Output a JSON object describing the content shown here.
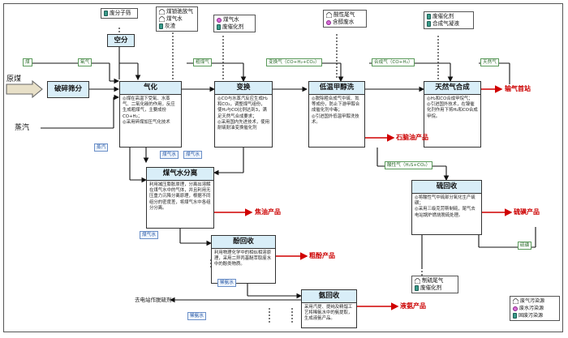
{
  "inputs": {
    "raw_coal": "原煤",
    "steam": "蒸汽",
    "coal": "煤",
    "oxygen": "氧气",
    "steam_tag": "蒸汽",
    "waste_water_to": "去电站作脱硫剂"
  },
  "nodes": {
    "crushing": {
      "title": "破碎筛分"
    },
    "air_separation": {
      "title": "空分"
    },
    "gasification": {
      "title": "气化",
      "desc": "◎煤在高温下受氧、水蒸气、二氧化碳的作用，反应生成粗煤气，主要成份CO+H₂；\n◎采用碎煤加压气化技术"
    },
    "shift": {
      "title": "变换",
      "desc": "◎CO与水蒸汽反应生成H₂和CO₂，调整煤气组份，使H₂与CO比例达到3，满足天然气合成要求；\n◎采用国内先进技术，使用耐硫耐油变换催化剂"
    },
    "rectisol": {
      "title": "低温甲醇洗",
      "desc": "◎脱除粗合成气中硫、氮等成份，防止下游甲醇合成催化剂中毒；\n◎引进国外低温甲醇洗技术。"
    },
    "methanation": {
      "title": "天然气合成",
      "desc": "◎H₂和CO合成甲烷气；\n◎引进国外技术，在镍催化剂作用下将H₂和CO合成甲烷。"
    },
    "gas_water_sep": {
      "title": "煤气水分离",
      "desc": "利用减压膨胀原理，分离出溶解在煤气水中的气体，并且利用无压重力沉降分离原理，根据不同组分的密度差，将煤气水中各组分分离。"
    },
    "sulfur_recovery": {
      "title": "硫回收",
      "desc": "◎将酸性气中硫部分氧化生产硫磺；\n◎采用三级克劳斯制硫，尾气去电站锅炉燃烧脱硫处理。"
    },
    "phenol_recovery": {
      "title": "酚回收",
      "desc": "利用物理化学中的相似相溶原理，采用二异丙基醚萃取废水中的酚类物质。"
    },
    "ammonia_recovery": {
      "title": "氨回收",
      "desc": "采用汽提、提纯及精馏工艺将稀氨水中的氨提取，生成液氨产品。"
    }
  },
  "products": {
    "sng": "输气首站",
    "naphtha": "石脑油产品",
    "tar": "焦油产品",
    "phenol": "粗酚产品",
    "sulfur": "硫磺产品",
    "ammonia": "液氨产品"
  },
  "streams": {
    "crude_gas": "粗煤气",
    "shifted_gas": "变换气（CO+H₂+CO₂）",
    "syngas": "合成气（CO+H₂）",
    "natural_gas": "天然气",
    "acid_gas": "酸性气（H₂S+CO₂）",
    "gas_water_1": "煤气水",
    "gas_water_2": "煤气水",
    "gas_water_3": "煤气水",
    "dilute_ammonia_1": "稀氨水",
    "dilute_ammonia_2": "稀氨水",
    "sulfur_liq": "硫磺",
    "steam_in": "蒸汽"
  },
  "pollutants": {
    "air_sep": [
      {
        "icon": "barrel-icon",
        "text": "废分子筛"
      }
    ],
    "gasifier": [
      {
        "icon": "house-icon",
        "text": "煤锁驰放气"
      },
      {
        "icon": "house-icon",
        "text": "煤气水"
      },
      {
        "icon": "barrel-icon",
        "text": "灰渣"
      }
    ],
    "shift": [
      {
        "icon": "circle-icon",
        "text": "煤气水"
      },
      {
        "icon": "barrel-icon",
        "text": "废催化剂"
      }
    ],
    "rectisol": [
      {
        "icon": "house-icon",
        "text": "酸性尾气"
      },
      {
        "icon": "circle-icon",
        "text": "含醇废水"
      }
    ],
    "methanation": [
      {
        "icon": "barrel-icon",
        "text": "废催化剂"
      },
      {
        "icon": "barrel-icon",
        "text": "合成气凝液"
      }
    ],
    "sulfur": [
      {
        "icon": "house-icon",
        "text": "制硫尾气"
      },
      {
        "icon": "barrel-icon",
        "text": "废催化剂"
      }
    ]
  },
  "legend": [
    {
      "icon": "house-icon",
      "text": "废气污染源"
    },
    {
      "icon": "circle-icon",
      "text": "废水污染源"
    },
    {
      "icon": "barrel-icon",
      "text": "固废污染源"
    }
  ],
  "colors": {
    "box_header": "#d9eef8",
    "arrow_red": "#d00000",
    "stream_green": "#2a6b2a",
    "water_blue": "#2a5aa8"
  }
}
